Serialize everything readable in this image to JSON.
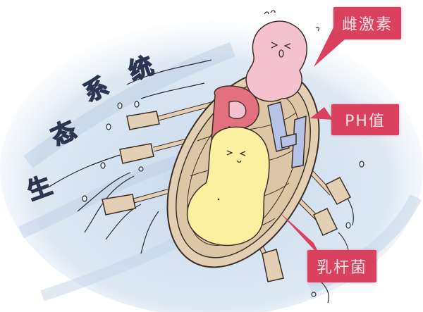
{
  "illustration": {
    "description": "Cartoon of characters rowing a wooden boat in turbulent water",
    "background_text": {
      "label": "生态系统",
      "chars": [
        "生",
        "态",
        "系",
        "统"
      ],
      "color": "#8fa4c8",
      "outline_color": "#2c3550"
    },
    "characters": [
      {
        "name": "hormone-character",
        "color": "#f4c2cf",
        "role": "pink blob character at stern"
      },
      {
        "name": "letter-P",
        "label": "P",
        "color": "#e2707f"
      },
      {
        "name": "letter-H",
        "label": "H",
        "color": "#b7c3e6"
      },
      {
        "name": "lactobacillus-character",
        "color": "#fbf0a0",
        "role": "yellow blob character in front"
      }
    ],
    "callouts": [
      {
        "id": "hormone",
        "label": "雌激素"
      },
      {
        "id": "ph",
        "label": "PH值"
      },
      {
        "id": "lactobacillus",
        "label": "乳杆菌"
      }
    ],
    "colors": {
      "callout_bg": "#d9415e",
      "callout_text": "#fbe3e8",
      "water": "#d7e4f1",
      "boat": "#e3cfb3",
      "boat_outline": "#3a2e26"
    }
  }
}
